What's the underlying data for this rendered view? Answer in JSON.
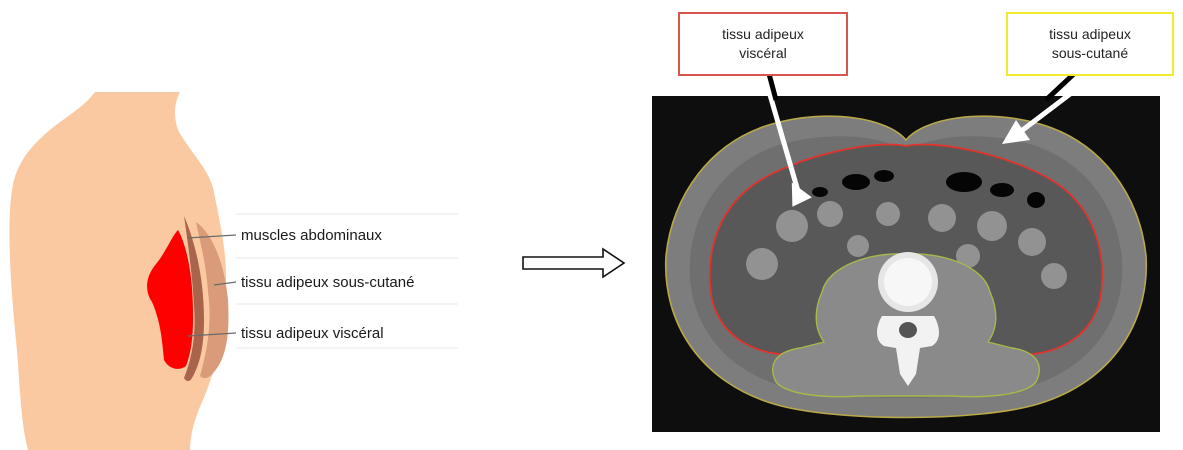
{
  "colors": {
    "skin": "#FAC9A1",
    "visceral_fat": "#FF0000",
    "subcutaneous_band": "#D99B79",
    "muscle_band": "#A9654C",
    "visceral_box_border": "#D9534F",
    "subcutaneous_box_border": "#F2EA2E",
    "ct_background": "#0E0E0E"
  },
  "left_diagram": {
    "labels": {
      "muscles": "muscles abdominaux",
      "subcutaneous": "tissu adipeux sous-cutané",
      "visceral": "tissu adipeux viscéral"
    }
  },
  "transition_arrow": {
    "icon": "hollow-right-arrow-icon"
  },
  "ct_panel": {
    "visceral_box": {
      "line1": "tissu adipeux",
      "line2": "viscéral"
    },
    "subcutaneous_box": {
      "line1": "tissu adipeux",
      "line2": "sous-cutané"
    }
  }
}
